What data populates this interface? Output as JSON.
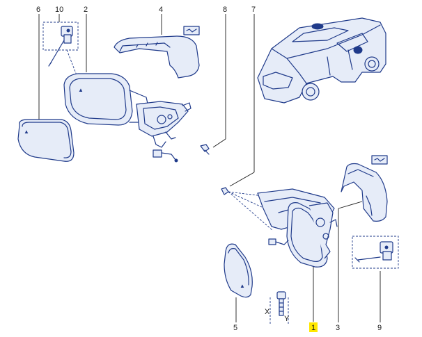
{
  "callouts": [
    {
      "id": "1",
      "highlighted": true
    },
    {
      "id": "2",
      "highlighted": false
    },
    {
      "id": "3",
      "highlighted": false
    },
    {
      "id": "4",
      "highlighted": false
    },
    {
      "id": "5",
      "highlighted": false
    },
    {
      "id": "6",
      "highlighted": false
    },
    {
      "id": "7",
      "highlighted": false
    },
    {
      "id": "8",
      "highlighted": false
    },
    {
      "id": "9",
      "highlighted": false
    },
    {
      "id": "10",
      "highlighted": false
    }
  ],
  "axis_marks": {
    "x": "X",
    "y": "Y"
  },
  "colors": {
    "line": "#1f3a8a",
    "fill": "#e6ecf8",
    "highlight": "#ffe800",
    "text": "#1a1a1a"
  }
}
